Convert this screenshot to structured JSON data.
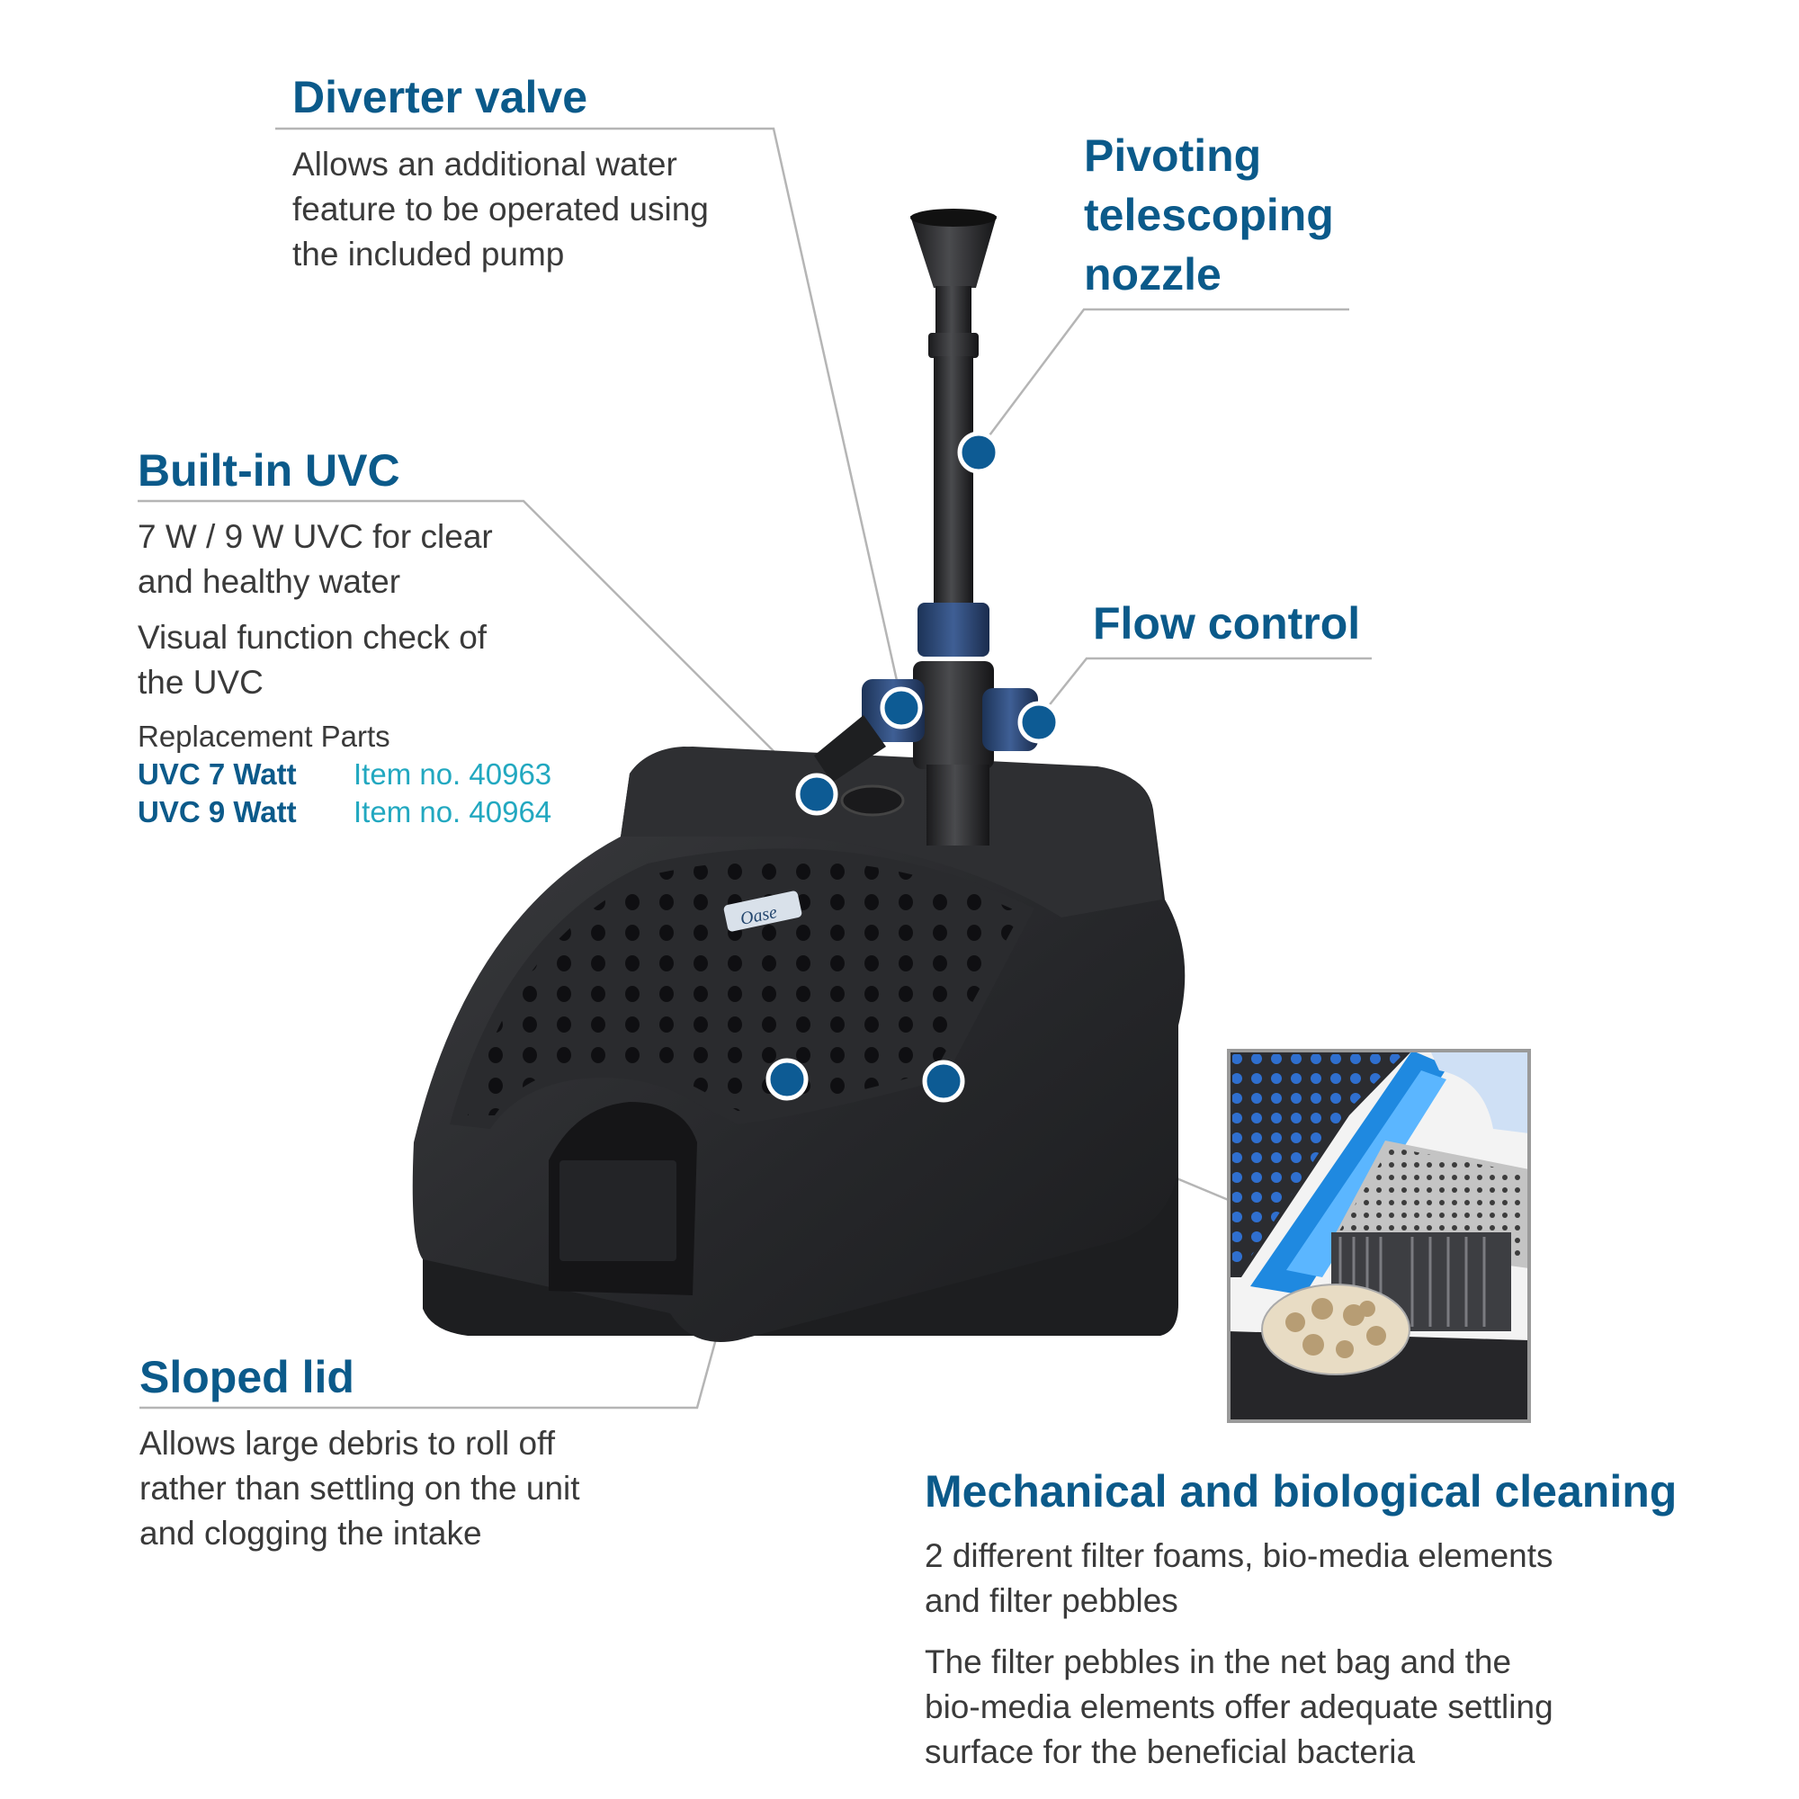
{
  "callouts": {
    "diverter": {
      "title": "Diverter valve",
      "desc": [
        "Allows an additional water",
        "feature to be operated using",
        "the included pump"
      ]
    },
    "nozzle": {
      "title": [
        "Pivoting",
        "telescoping",
        "nozzle"
      ]
    },
    "uvc": {
      "title": "Built-in UVC",
      "desc1": [
        "7 W / 9 W UVC for clear",
        "and healthy water"
      ],
      "desc2": [
        "Visual function check of",
        "the UVC"
      ],
      "parts_label": "Replacement Parts",
      "parts": [
        {
          "name": "UVC 7 Watt",
          "item": "Item no. 40963"
        },
        {
          "name": "UVC 9 Watt",
          "item": "Item no. 40964"
        }
      ]
    },
    "flow": {
      "title": "Flow control"
    },
    "lid": {
      "title": "Sloped lid",
      "desc": [
        "Allows large debris to roll off",
        "rather than settling on the unit",
        "and clogging the intake"
      ]
    },
    "cleaning": {
      "title": "Mechanical and biological cleaning",
      "desc1": [
        "2 different filter foams, bio-media elements",
        "and filter pebbles"
      ],
      "desc2": [
        "The filter pebbles in the net bag and the",
        "bio-media elements offer adequate settling",
        "surface for the beneficial bacteria"
      ]
    }
  },
  "product": {
    "logo_text": "Oase"
  },
  "colors": {
    "title_blue": "#0b5a8a",
    "dot_blue": "#0d5b94",
    "item_teal": "#22a8c0",
    "line_gray": "#b5b5b5",
    "body": "#2b2c2e"
  }
}
